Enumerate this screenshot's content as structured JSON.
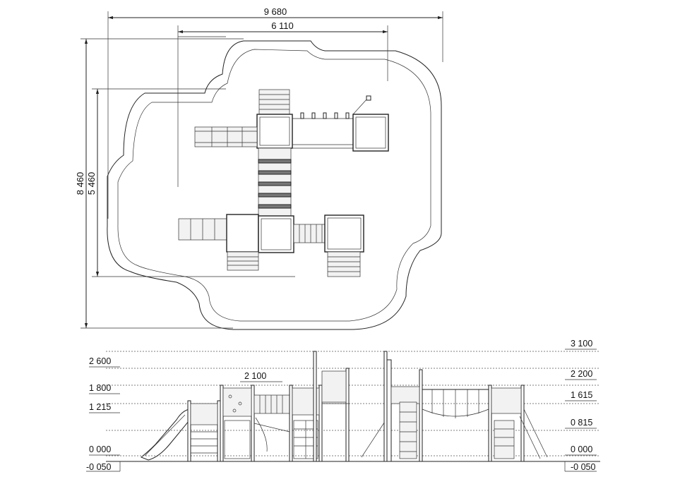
{
  "plan": {
    "dimensions": {
      "overall_width": "9 680",
      "inner_width": "6 110",
      "overall_depth": "8 460",
      "inner_depth": "5 460"
    }
  },
  "elevation": {
    "levels_left": [
      "2 600",
      "1 800",
      "1 215",
      "0 000",
      "-0 050"
    ],
    "levels_right": [
      "3 100",
      "2 200",
      "1 615",
      "0 815",
      "0 000",
      "-0 050"
    ],
    "center_label": "2 100"
  }
}
